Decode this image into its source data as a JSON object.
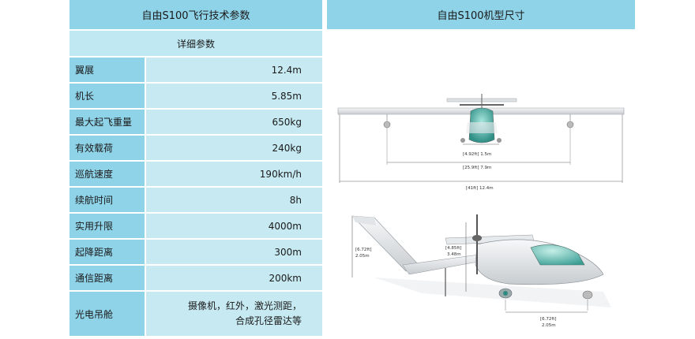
{
  "left_panel": {
    "title": "自由S100飞行技术参数",
    "subtitle": "详细参数",
    "rows": [
      {
        "label": "翼展",
        "value": "12.4m"
      },
      {
        "label": "机长",
        "value": "5.85m"
      },
      {
        "label": "最大起飞重量",
        "value": "650kg"
      },
      {
        "label": "有效载荷",
        "value": "240kg"
      },
      {
        "label": "巡航速度",
        "value": "190km/h"
      },
      {
        "label": "续航时间",
        "value": "8h"
      },
      {
        "label": "实用升限",
        "value": "4000m"
      },
      {
        "label": "起降距离",
        "value": "300m"
      },
      {
        "label": "通信距离",
        "value": "200km"
      },
      {
        "label": "光电吊舱",
        "value_line1": "摄像机，红外，激光测距，",
        "value_line2": "合成孔径雷达等"
      }
    ]
  },
  "right_panel": {
    "title": "自由S100机型尺寸",
    "front_view": {
      "dim_small": "[4.92ft]   1.5m",
      "dim_mid": "[25.9ft]   7.9m",
      "dim_span": "[41ft]   12.4m"
    },
    "side_view": {
      "dim_height_tail_1": "[6.72ft]",
      "dim_height_tail_2": "2.05m",
      "dim_height_prop_1": "[4.85ft]",
      "dim_height_prop_2": "3.48m",
      "dim_gear_1": "[6.72ft]",
      "dim_gear_2": "2.05m"
    }
  },
  "colors": {
    "header_blue": "#8fd3e8",
    "label_blue": "#8fd3e8",
    "value_blue": "#c6e9f2",
    "canopy_teal": "#4fb3a8"
  }
}
